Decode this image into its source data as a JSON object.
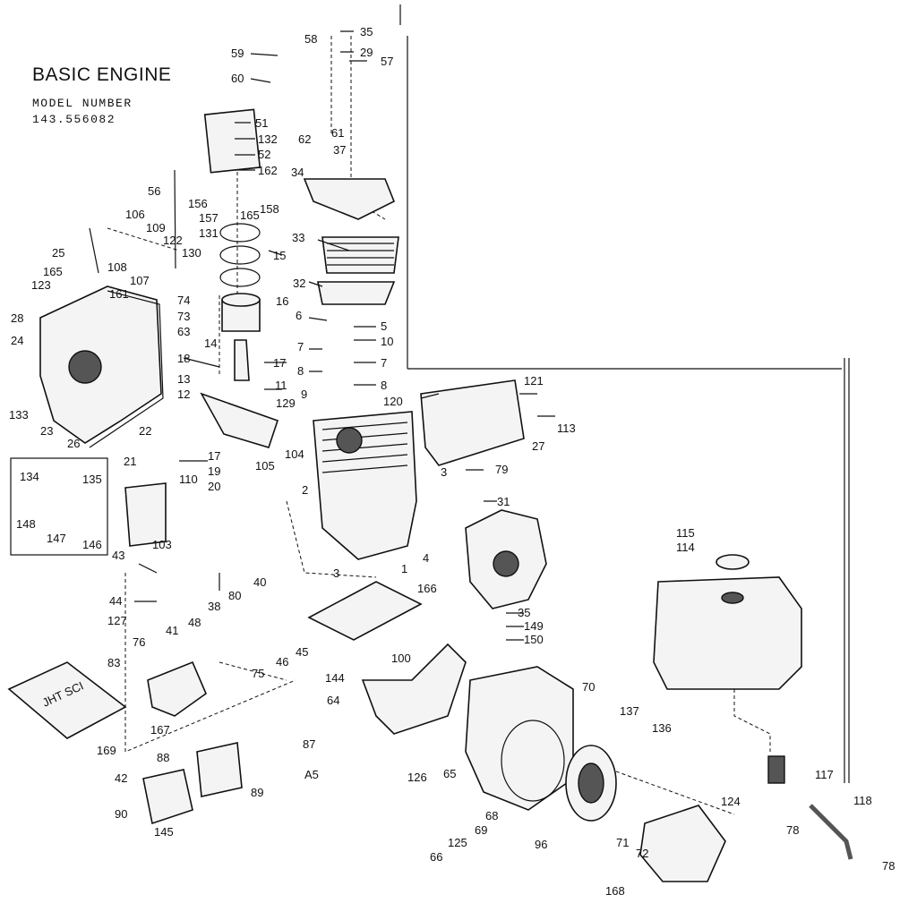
{
  "title": "BASIC ENGINE",
  "model_label": "MODEL NUMBER",
  "model_number": "143.556082",
  "page_ref": "A5",
  "label_overlay": "JHT SCI",
  "callouts": [
    "35",
    "29",
    "57",
    "58",
    "59",
    "60",
    "51",
    "132",
    "52",
    "162",
    "61",
    "62",
    "37",
    "34",
    "56",
    "156",
    "157",
    "165",
    "158",
    "106",
    "109",
    "122",
    "130",
    "131",
    "15",
    "33",
    "25",
    "165",
    "123",
    "161",
    "108",
    "107",
    "74",
    "73",
    "63",
    "32",
    "16",
    "28",
    "24",
    "6",
    "5",
    "14",
    "7",
    "10",
    "18",
    "17",
    "7",
    "133",
    "13",
    "11",
    "12",
    "8",
    "8",
    "129",
    "9",
    "120",
    "121",
    "23",
    "26",
    "22",
    "113",
    "27",
    "21",
    "17",
    "104",
    "19",
    "20",
    "105",
    "110",
    "2",
    "134",
    "135",
    "3",
    "79",
    "148",
    "147",
    "146",
    "103",
    "31",
    "43",
    "38",
    "40",
    "3",
    "1",
    "4",
    "166",
    "44",
    "41",
    "80",
    "35",
    "127",
    "48",
    "149",
    "150",
    "76",
    "45",
    "46",
    "100",
    "144",
    "83",
    "75",
    "64",
    "70",
    "115",
    "114",
    "167",
    "87",
    "137",
    "136",
    "169",
    "88",
    "65",
    "126",
    "117",
    "42",
    "89",
    "68",
    "124",
    "90",
    "69",
    "118",
    "96",
    "71",
    "72",
    "145",
    "125",
    "66",
    "168",
    "78",
    "78"
  ]
}
